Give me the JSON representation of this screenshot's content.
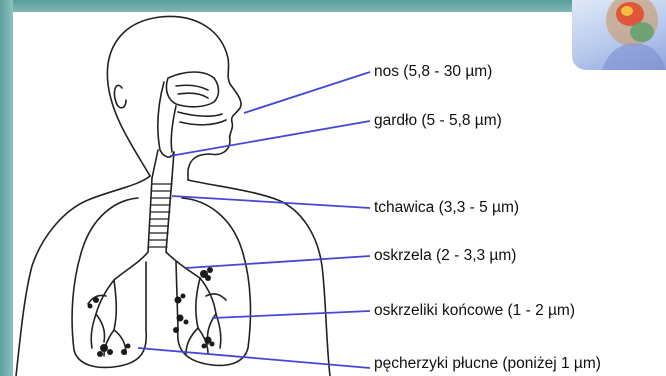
{
  "labels": {
    "nose": "nos (5,8 - 30 µm)",
    "throat": "gardło (5 - 5,8 µm)",
    "trachea": "tchawica (3,3 - 5 µm)",
    "bronchi": "oskrzela (2 - 3,3 µm)",
    "bronchioles": "oskrzeliki końcowe (1 - 2 µm)",
    "alveoli": "pęcherzyki płucne (poniżej 1 µm)"
  },
  "colors": {
    "leader_line": "#4646d8",
    "outline": "#222222",
    "frame_teal": "#6aaaa8"
  },
  "icons": {
    "thumbnail": "lung-scan-thumbnail"
  }
}
